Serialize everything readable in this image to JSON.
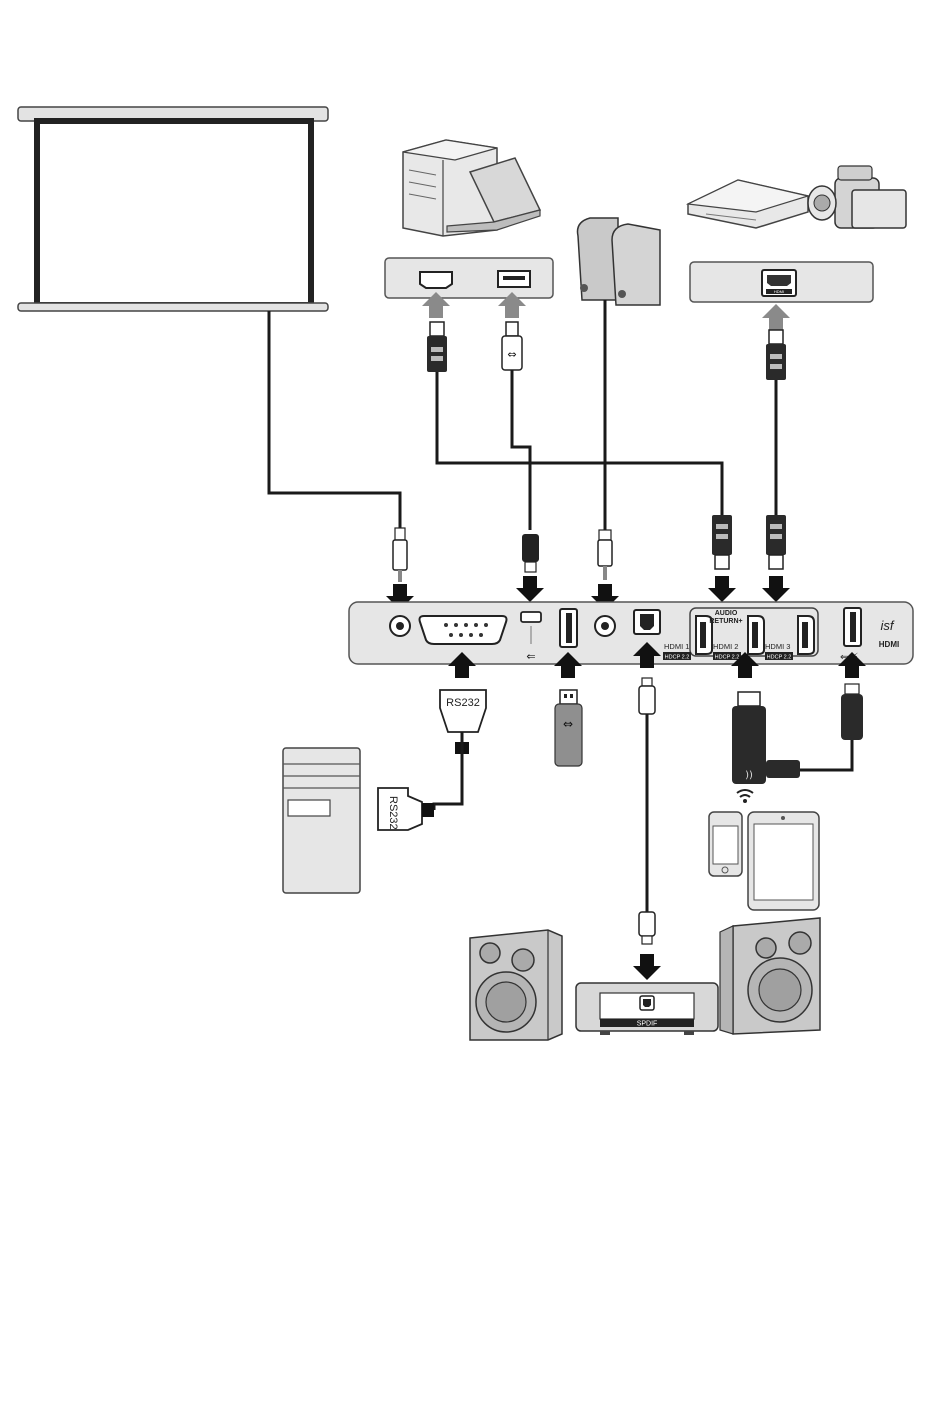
{
  "labels": {
    "rs232_plug": "RS232",
    "rs232_pc": "RS232",
    "audio_return_line1": "AUDIO",
    "audio_return_line2": "RETURN+",
    "hdmi1": "HDMI 1",
    "hdmi2": "HDMI 2",
    "hdmi3": "HDMI 3",
    "hdcp1": "HDCP 2.2",
    "hdcp2": "HDCP 2.2",
    "hdcp3": "HDCP 2.2",
    "hdmi_logo": "HDMI",
    "isf_logo": "isf",
    "spdif": "SPDIF",
    "source_hdmi_port": "HDMI"
  },
  "colors": {
    "device_fill": "#e6e6e6",
    "device_stroke": "#555555",
    "arrow_black": "#111111",
    "arrow_gray": "#8a8a8a",
    "cable": "#1a1a1a",
    "speaker_fill": "#c9c9c9"
  }
}
